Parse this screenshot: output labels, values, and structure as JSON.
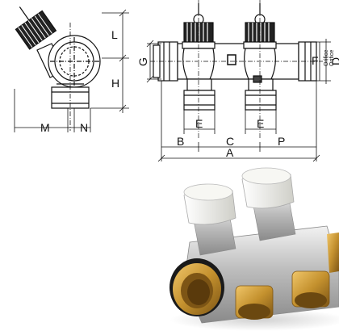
{
  "side_view": {
    "labels": {
      "L": "L",
      "H": "H",
      "M": "M",
      "N": "N"
    }
  },
  "front_view": {
    "labels": {
      "G": "G",
      "E_left": "E",
      "E_right": "E",
      "B": "B",
      "C": "C",
      "P": "P",
      "A": "A",
      "F": "F",
      "D": "D",
      "orifice_1": "Orifice",
      "orifice_2": "Orifice"
    }
  },
  "colors": {
    "line": "#111111",
    "brass": "#c89a3e",
    "chrome": "#c9c9c9",
    "cap_white": "#eeeeea"
  }
}
